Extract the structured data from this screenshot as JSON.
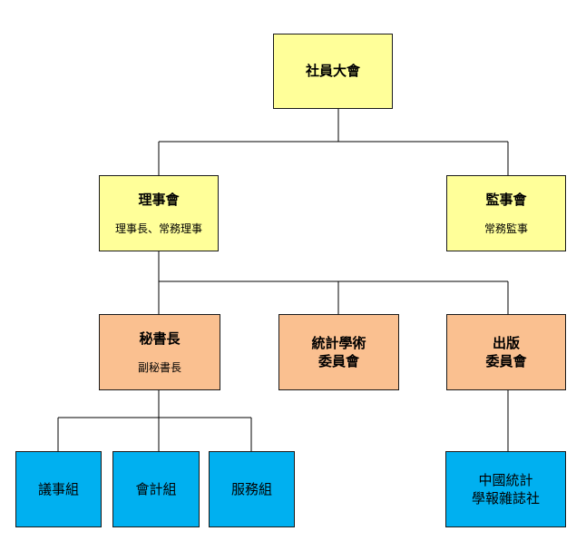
{
  "nodes": {
    "general_assembly": {
      "title": "社員大會"
    },
    "board": {
      "title": "理事會",
      "sub": "理事長、常務理事"
    },
    "supervisors": {
      "title": "監事會",
      "sub": "常務監事"
    },
    "secretary_general": {
      "title": "秘書長",
      "sub": "副秘書長"
    },
    "statistics_committee": {
      "title": "統計學術\n委員會"
    },
    "publishing_committee": {
      "title": "出版\n委員會"
    },
    "proceedings_group": {
      "title": "議事組"
    },
    "accounting_group": {
      "title": "會計組"
    },
    "service_group": {
      "title": "服務組"
    },
    "journal_office": {
      "title": "中國統計\n學報雜誌社"
    }
  },
  "colors": {
    "top_level": "#ffff99",
    "committee": "#fac090",
    "unit": "#00b0f0",
    "connector": "#000000"
  }
}
